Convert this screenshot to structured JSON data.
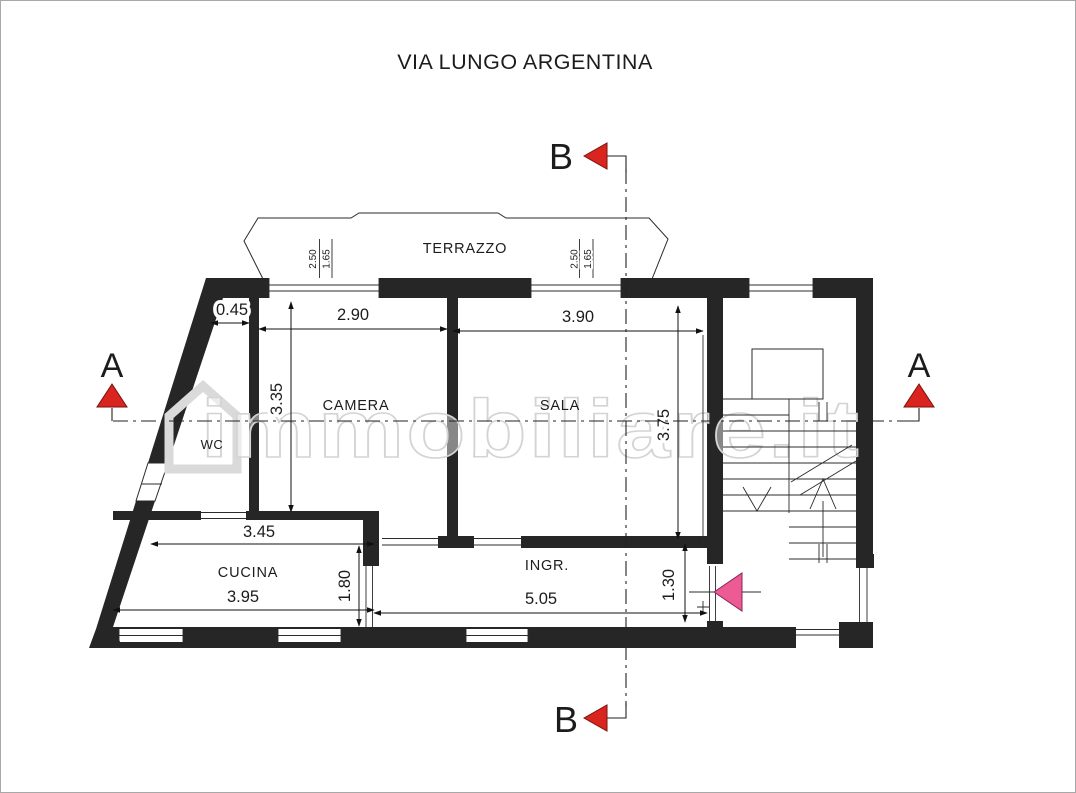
{
  "title": "VIA LUNGO ARGENTINA",
  "watermark": "immobiliare.it",
  "sections": {
    "a": "A",
    "b": "B"
  },
  "rooms": {
    "terrazzo": "TERRAZZO",
    "wc": "WC",
    "camera": "CAMERA",
    "sala": "SALA",
    "cucina": "CUCINA",
    "ingresso": "INGR."
  },
  "dims": {
    "wc_top": "0.45",
    "camera_width": "2.90",
    "sala_width": "3.90",
    "camera_depth": "3.35",
    "sala_depth": "3.75",
    "cucina_top_width": "3.45",
    "cucina_depth": "1.80",
    "cucina_bottom_width": "3.95",
    "ingresso_width": "5.05",
    "entry_depth": "1.30",
    "terrace_window_width": "2.50",
    "terrace_window_height": "1.65"
  },
  "colors": {
    "walls": "#262626",
    "section_arrow": "#d9251d",
    "entrance_arrow": "#ee5a94",
    "watermark": "#d4d4d4",
    "background": "#ffffff"
  }
}
